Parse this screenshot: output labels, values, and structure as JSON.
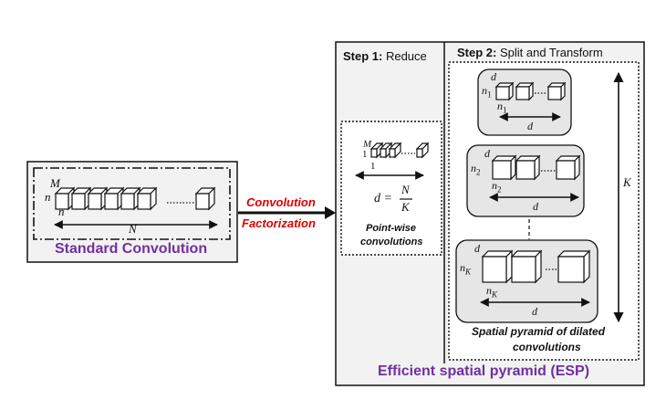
{
  "colors": {
    "accent_purple": "#7030a0",
    "accent_red": "#e00000",
    "panel_gray": "#f2f2f2",
    "box_gray": "#e6e6e6"
  },
  "standard": {
    "title": "Standard Convolution",
    "label_M": "M",
    "label_n_side": "n",
    "label_n_bottom": "n",
    "label_N": "N"
  },
  "arrow": {
    "line1": "Convolution",
    "line2": "Factorization"
  },
  "esp": {
    "title": "Efficient spatial pyramid (ESP)",
    "step1": {
      "bold": "Step 1:",
      "text": " Reduce"
    },
    "step2": {
      "bold": "Step 2:",
      "text": " Split and Transform"
    },
    "pointwise": {
      "label_M": "M",
      "label_1_side": "1",
      "label_1_bottom": "1",
      "equation_lhs": "d =",
      "equation_num": "N",
      "equation_den": "K",
      "caption_line1": "Point-wise",
      "caption_line2": "convolutions"
    },
    "pyramid": {
      "groups": [
        {
          "label_d_top": "d",
          "label_n_side": "n",
          "sub_side": "1",
          "label_n_bottom": "n",
          "sub_bottom": "1",
          "label_d_bottom": "d"
        },
        {
          "label_d_top": "d",
          "label_n_side": "n",
          "sub_side": "2",
          "label_n_bottom": "n",
          "sub_bottom": "2",
          "label_d_bottom": "d"
        },
        {
          "label_d_top": "d",
          "label_n_side": "n",
          "sub_side": "K",
          "label_n_bottom": "n",
          "sub_bottom": "K",
          "label_d_bottom": "d"
        }
      ],
      "label_K": "K",
      "caption_line1": "Spatial pyramid of dilated",
      "caption_line2": "convolutions"
    }
  }
}
